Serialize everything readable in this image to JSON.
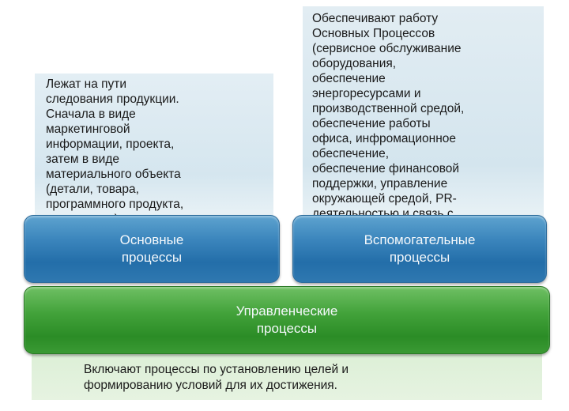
{
  "diagram": {
    "main_processes": {
      "label": "Основные\nпроцессы",
      "description": "Лежат на пути\nследования продукции.\nСначала в виде\nмаркетинговой\nинформации, проекта,\nзатем в виде\nматериального объекта\n(детали, товара,\nпрограммного продукта,\nуслуги и т.д.)."
    },
    "support_processes": {
      "label": "Вспомогательные\nпроцессы",
      "description": "Обеспечивают работу\nОсновных Процессов\n(сервисное обслуживание\nоборудования,\nобеспечение\nэнергоресурсами и\nпроизводственной средой,\nобеспечение работы\nофиса, инфромационное\nобеспечение,\nобеспечение финансовой\nподдержки, управление\nокружающей средой, PR-\nдеятельностью и связь с\nобщественностью и т.д.)."
    },
    "management_processes": {
      "label": "Управленческие\nпроцессы",
      "description": "Включают процессы по установлению целей и\nформированию условий для их достижения."
    },
    "colors": {
      "blue_box": "#2f78b0",
      "green_box": "#3a9a34",
      "blue_note": "#d5e6ef",
      "green_note": "#dcefd6"
    }
  }
}
